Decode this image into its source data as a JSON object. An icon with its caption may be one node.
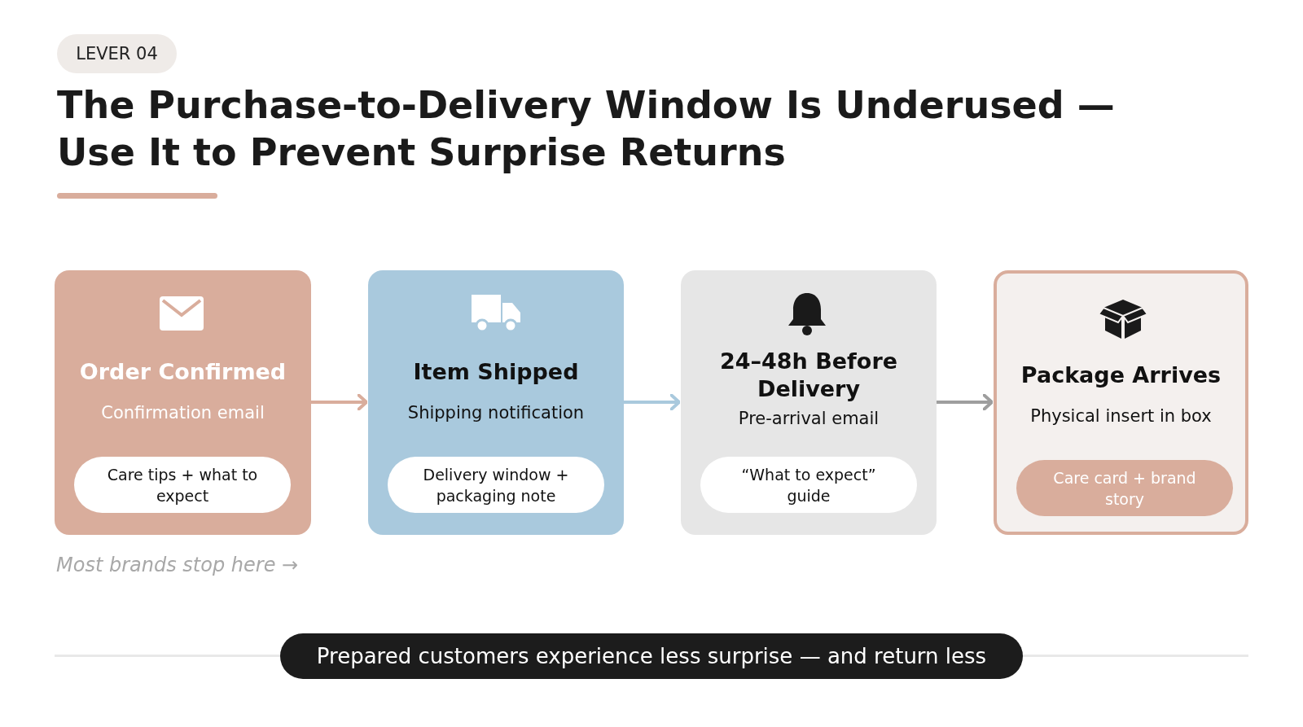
{
  "diagram": {
    "title": "The Purchase-to-Delivery Window Is Underused — Use It to Prevent Surprise Returns",
    "nodes": [
      {
        "text": [
          "LEVER 04"
        ]
      },
      {
        "text": [
          "Order Confirmed",
          "Confirmation email"
        ]
      },
      {
        "text": [
          "Care tips + what to expect"
        ],
        "in": 1
      },
      {
        "text": [
          "Item Shipped",
          "Shipping notification"
        ]
      },
      {
        "text": [
          "Delivery window + packaging note"
        ],
        "in": 3
      },
      {
        "text": [
          "24–48h Before Delivery",
          "Pre-arrival email"
        ]
      },
      {
        "text": [
          "“What to expect” guide"
        ],
        "in": 5
      },
      {
        "text": [
          "Package Arrives",
          "Physical insert in box"
        ]
      },
      {
        "text": [
          "Care card + brand story"
        ],
        "in": 7
      },
      {
        "text": [
          "Prepared customers experience less surprise — and return less"
        ]
      }
    ],
    "edges": [
      {
        "from": 1,
        "to": 3,
        "arrow": "to",
        "color": "#d9ad9c"
      },
      {
        "from": 3,
        "to": 5,
        "arrow": "to",
        "color": "#a9c9dd"
      },
      {
        "from": 5,
        "to": 7,
        "arrow": "to",
        "color": "#9e9e9e"
      }
    ],
    "labels": [
      "Most brands stop here →"
    ]
  }
}
